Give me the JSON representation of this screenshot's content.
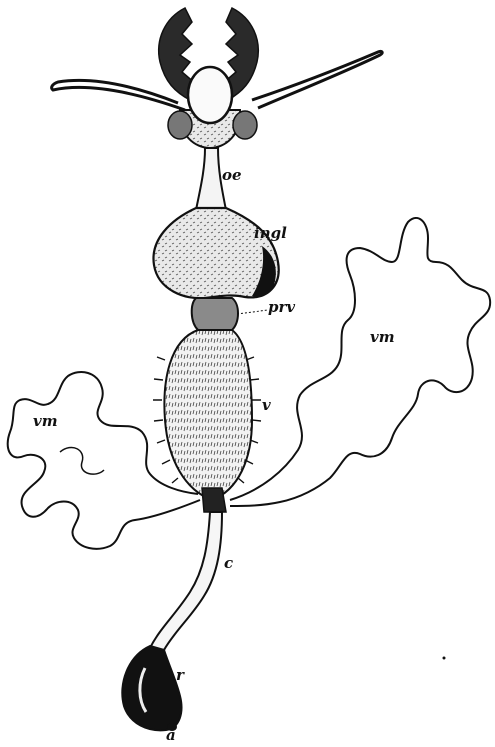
{
  "labels": {
    "oe": "oe",
    "ingl": "ingl",
    "prv": "prv",
    "vm_right": "vm",
    "vm_left": "vm",
    "v": "v",
    "c": "c",
    "r": "r",
    "a": "a"
  },
  "colors": {
    "ink": "#111111",
    "paper": "#ffffff",
    "shade": "#c9c9c9"
  }
}
